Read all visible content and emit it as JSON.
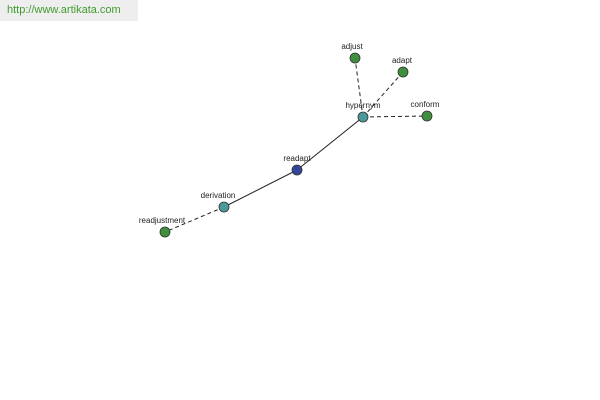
{
  "header": {
    "url_text": "http://www.artikata.com",
    "link_color": "#3f9b2f"
  },
  "graph": {
    "colors": {
      "word": "#3f8f3f",
      "relation": "#4a9a9a",
      "center": "#34449a",
      "edge": "#222222"
    },
    "nodes": [
      {
        "id": "readapt",
        "label": "readapt",
        "kind": "center"
      },
      {
        "id": "hypernym",
        "label": "hypernym",
        "kind": "relation"
      },
      {
        "id": "derivation",
        "label": "derivation",
        "kind": "relation"
      },
      {
        "id": "adjust",
        "label": "adjust",
        "kind": "word"
      },
      {
        "id": "adapt",
        "label": "adapt",
        "kind": "word"
      },
      {
        "id": "conform",
        "label": "conform",
        "kind": "word"
      },
      {
        "id": "readjustment",
        "label": "readjustment",
        "kind": "word"
      }
    ],
    "edges": [
      {
        "from": "readapt",
        "to": "hypernym",
        "style": "solid"
      },
      {
        "from": "readapt",
        "to": "derivation",
        "style": "solid"
      },
      {
        "from": "hypernym",
        "to": "adjust",
        "style": "dashed"
      },
      {
        "from": "hypernym",
        "to": "adapt",
        "style": "dashed"
      },
      {
        "from": "hypernym",
        "to": "conform",
        "style": "dashed"
      },
      {
        "from": "derivation",
        "to": "readjustment",
        "style": "dashed"
      }
    ]
  }
}
